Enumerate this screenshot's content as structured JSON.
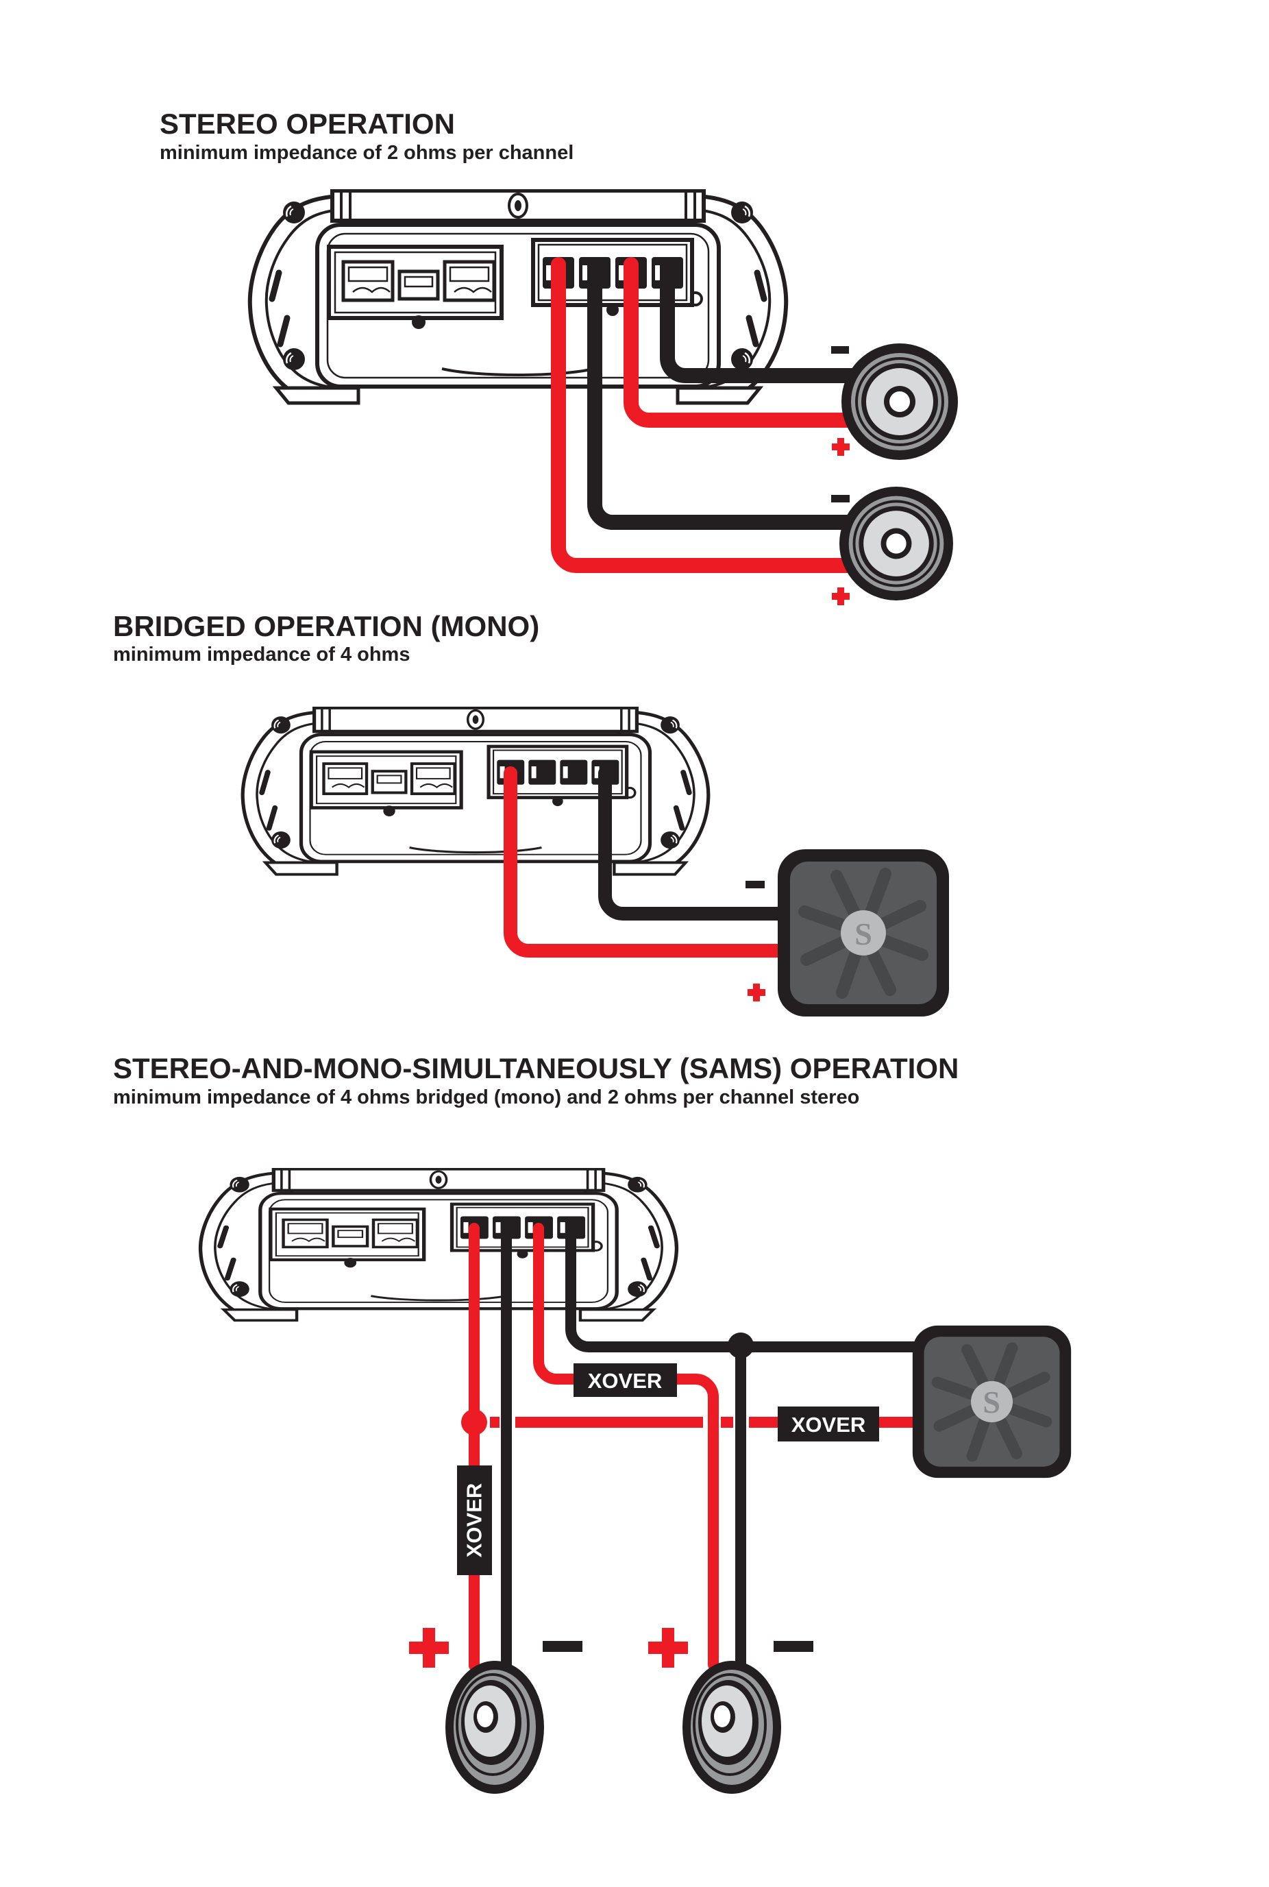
{
  "document": {
    "kind": "amplifier wiring diagram",
    "background": "#ffffff"
  },
  "colors": {
    "line": "#231f20",
    "red": "#ed1c24",
    "speaker_ring": "#98999b",
    "speaker_cone": "#d8d9da",
    "sub_body": "#58595b",
    "sub_spokes": "#47484a",
    "sub_logo_circle": "#b9bbbd",
    "sub_logo_glyph_color": "#8a8c8f",
    "label_text": "#ffffff"
  },
  "sections": [
    {
      "title": "STEREO OPERATION",
      "subtitle": "minimum impedance of 2 ohms per channel",
      "components": [
        "amplifier rear panel",
        "speaker",
        "speaker"
      ],
      "speakers": [
        {
          "negative_label": "–",
          "positive_label": "+",
          "negative_wire": "black",
          "positive_wire": "red"
        },
        {
          "negative_label": "–",
          "positive_label": "+",
          "negative_wire": "black",
          "positive_wire": "red"
        }
      ]
    },
    {
      "title": "BRIDGED OPERATION (MONO)",
      "subtitle": "minimum impedance of 4 ohms",
      "components": [
        "amplifier rear panel",
        "subwoofer"
      ],
      "subwoofer": {
        "negative_label": "–",
        "positive_label": "+",
        "negative_wire": "black",
        "positive_wire": "red",
        "logo_glyph": "S"
      }
    },
    {
      "title": "STEREO-AND-MONO-SIMULTANEOUSLY (SAMS) OPERATION",
      "subtitle": "minimum impedance of 4 ohms bridged (mono) and 2 ohms per channel stereo",
      "components": [
        "amplifier rear panel",
        "subwoofer",
        "speaker",
        "speaker"
      ],
      "crossovers": {
        "inline_label_1": "XOVER",
        "inline_label_2": "XOVER",
        "vertical_label": "XOVER"
      },
      "subwoofer": {
        "logo_glyph": "S",
        "negative_wire": "black",
        "positive_wire": "red (dashed, via XOVER)"
      },
      "speakers": [
        {
          "positive_label": "+",
          "negative_label": "–"
        },
        {
          "positive_label": "+",
          "negative_label": "–"
        }
      ]
    }
  ]
}
